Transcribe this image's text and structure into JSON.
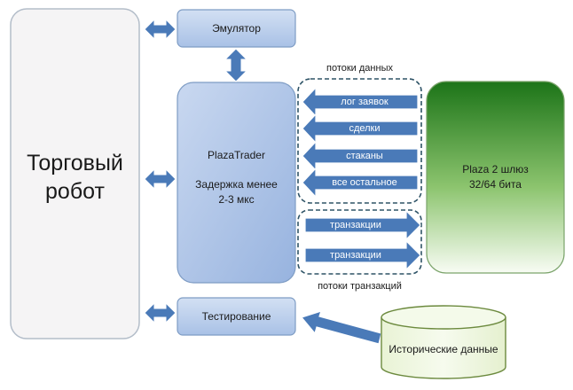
{
  "robot": {
    "line1": "Торговый",
    "line2": "робот"
  },
  "emulator": {
    "label": "Эмулятор"
  },
  "plazatrader": {
    "title": "PlazaTrader",
    "latency_line1": "Задержка менее",
    "latency_line2": "2-3 мкс"
  },
  "gateway": {
    "line1": "Plaza 2 шлюз",
    "line2": "32/64 бита"
  },
  "testing": {
    "label": "Тестирование"
  },
  "historical": {
    "label": "Исторические данные"
  },
  "data_streams": {
    "caption": "потоки данных",
    "items": [
      "лог заявок",
      "сделки",
      "стаканы",
      "все остальное"
    ]
  },
  "transaction_streams": {
    "caption": "потоки транзакций",
    "items": [
      "транзакции",
      "транзакции"
    ]
  },
  "colors": {
    "robot_fill": "#f5f4f5",
    "robot_stroke": "#b3bdc9",
    "blue_box_top": "#c7d8f0",
    "blue_box_bottom": "#9fbae3",
    "blue_box_stroke": "#6f8fba",
    "arrow_fill": "#4a7ab8",
    "arrow_stroke": "#ffffff",
    "gateway_top": "#1f7a1f",
    "gateway_bottom": "#f6fbf2",
    "dash_stroke": "#2f5467",
    "cylinder_fill": "#f0f7e0"
  }
}
